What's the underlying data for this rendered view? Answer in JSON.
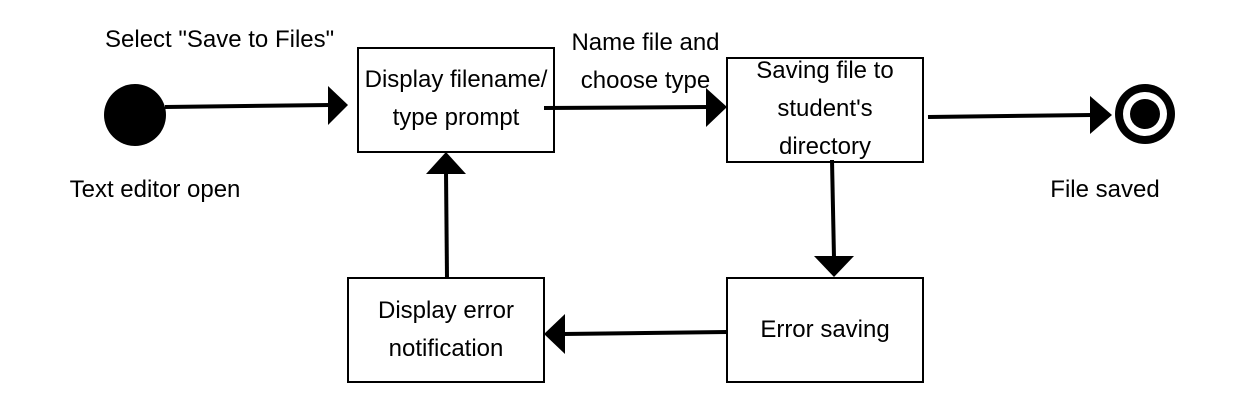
{
  "diagram": {
    "start_label": "Text editor open",
    "end_label": "File saved",
    "states": {
      "display_prompt": "Display filename/ type prompt",
      "saving_file": "Saving file to student's directory",
      "error_saving": "Error saving",
      "display_error": "Display error notification"
    },
    "transitions": {
      "select_save": "Select \"Save to Files\"",
      "name_file": "Name file and choose type"
    }
  },
  "colors": {
    "stroke": "#000000",
    "background": "#ffffff"
  }
}
